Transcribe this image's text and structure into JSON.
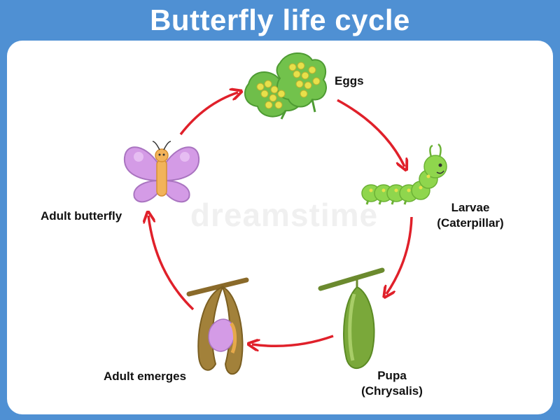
{
  "title": "Butterfly life cycle",
  "watermark": "dreamstime",
  "stages": {
    "eggs": {
      "line1": "Eggs"
    },
    "larvae": {
      "line1": "Larvae",
      "line2": "(Caterpillar)"
    },
    "pupa": {
      "line1": "Pupa",
      "line2": "(Chrysalis)"
    },
    "adult_emerges": {
      "line1": "Adult emerges"
    },
    "adult_butterfly": {
      "line1": "Adult butterfly"
    }
  },
  "colors": {
    "frame": "#4f90d3",
    "arrow": "#e0202a",
    "leaf": "#6fbe4a",
    "egg": "#e7e04a",
    "caterpillar": "#8fd64d",
    "pupa": "#7aa83a",
    "cocoon": "#a2813a",
    "butterfly": "#d49be6"
  },
  "icons": [
    "eggs-on-leaf-icon",
    "caterpillar-icon",
    "chrysalis-icon",
    "emerging-butterfly-icon",
    "butterfly-icon"
  ]
}
